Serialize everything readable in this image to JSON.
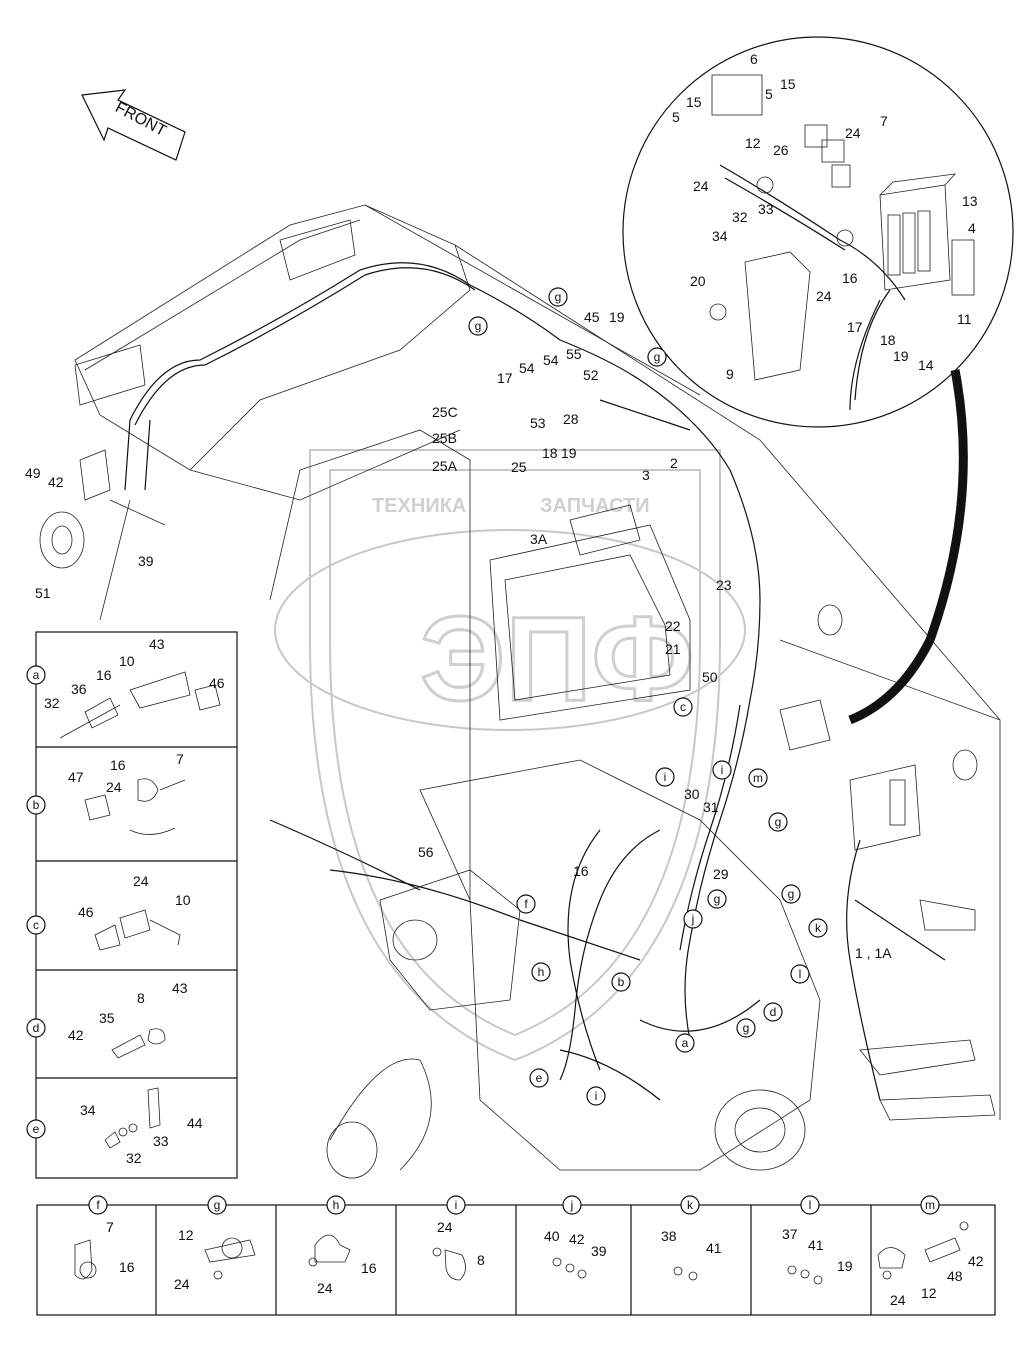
{
  "front_label": "FRONT",
  "watermark": {
    "line1": "ТЕХНИКА",
    "line2": "ЗАПЧАСТИ",
    "logo": "ЭПФ"
  },
  "callouts": {
    "c6": "6",
    "c5a": "5",
    "c15a": "15",
    "c5b": "5",
    "c15b": "15",
    "c7a": "7",
    "c24a": "24",
    "c12a": "12",
    "c26": "26",
    "c24b": "24",
    "c33a": "33",
    "c13": "13",
    "c4": "4",
    "c32a": "32",
    "c34a": "34",
    "c16a": "16",
    "c24c": "24",
    "c20": "20",
    "c17a": "17",
    "c11": "11",
    "c18a": "18",
    "c19a": "19",
    "c14": "14",
    "c9": "9",
    "c45": "45",
    "c19b": "19",
    "c54a": "54",
    "c54b": "54",
    "c55": "55",
    "c17b": "17",
    "c52": "52",
    "c53": "53",
    "c28": "28",
    "c25C": "25C",
    "c25B": "25B",
    "c25A": "25A",
    "c25": "25",
    "c18b": "18",
    "c19c": "19",
    "c2": "2",
    "c3": "3",
    "c3A": "3A",
    "c49": "49",
    "c42a": "42",
    "c39a": "39",
    "c51": "51",
    "c23": "23",
    "c22": "22",
    "c21": "21",
    "c50": "50",
    "c30": "30",
    "c31": "31",
    "c56": "56",
    "c16b": "16",
    "c29": "29",
    "c1": "1 , 1A"
  },
  "letters": [
    "a",
    "b",
    "c",
    "d",
    "e",
    "f",
    "g",
    "h",
    "i",
    "j",
    "k",
    "l",
    "m"
  ],
  "detail_left": {
    "a": {
      "letter": "a",
      "n43": "43",
      "n16": "16",
      "n10": "10",
      "n36": "36",
      "n46": "46",
      "n32": "32"
    },
    "b": {
      "letter": "b",
      "n16": "16",
      "n7": "7",
      "n47": "47",
      "n24": "24"
    },
    "c": {
      "letter": "c",
      "n24": "24",
      "n10": "10",
      "n46": "46"
    },
    "d": {
      "letter": "d",
      "n8": "8",
      "n43": "43",
      "n35": "35",
      "n42": "42"
    },
    "e": {
      "letter": "e",
      "n34": "34",
      "n33": "33",
      "n44": "44",
      "n32": "32"
    }
  },
  "detail_bottom": {
    "f": {
      "letter": "f",
      "a": "7",
      "b": "16"
    },
    "g": {
      "letter": "g",
      "a": "12",
      "b": "24"
    },
    "h": {
      "letter": "h",
      "a": "24",
      "b": "16"
    },
    "i": {
      "letter": "i",
      "a": "24",
      "b": "8"
    },
    "j": {
      "letter": "j",
      "a": "40",
      "b": "42",
      "c": "39"
    },
    "k": {
      "letter": "k",
      "a": "38",
      "b": "41"
    },
    "l": {
      "letter": "l",
      "a": "37",
      "b": "41",
      "c": "19"
    },
    "m": {
      "letter": "m",
      "a": "12",
      "b": "48",
      "c": "42",
      "d": "24"
    }
  }
}
